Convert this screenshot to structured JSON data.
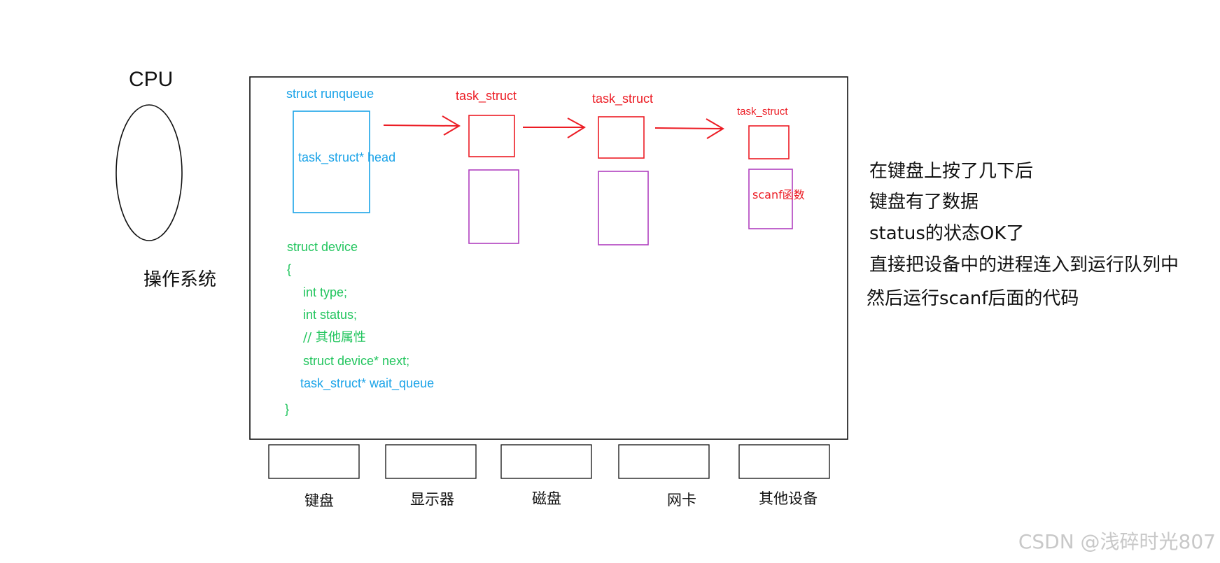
{
  "cpu": {
    "label": "CPU"
  },
  "os": {
    "label": "操作系统"
  },
  "runqueue": {
    "title": "struct runqueue",
    "head_label": "task_struct* head"
  },
  "tasks": [
    {
      "label": "task_struct"
    },
    {
      "label": "task_struct"
    },
    {
      "label": "task_struct",
      "body_label": "scanf函数"
    }
  ],
  "device_struct": {
    "lines": [
      "struct device",
      "{",
      "int type;",
      "int status;",
      "// 其他属性",
      "struct device* next;",
      "task_struct* wait_queue",
      "}"
    ]
  },
  "devices": [
    {
      "label": "键盘"
    },
    {
      "label": "显示器"
    },
    {
      "label": "磁盘"
    },
    {
      "label": "网卡"
    },
    {
      "label": "其他设备"
    }
  ],
  "notes": [
    "在键盘上按了几下后",
    "键盘有了数据",
    "status的状态OK了",
    "直接把设备中的进程连入到运行队列中",
    "然后运行scanf后面的代码"
  ],
  "watermark": "CSDN @浅碎时光807",
  "colors": {
    "blue": "#1aa3e8",
    "red": "#ec1c24",
    "green": "#22c55e",
    "purple": "#b040c0",
    "black": "#111111"
  }
}
